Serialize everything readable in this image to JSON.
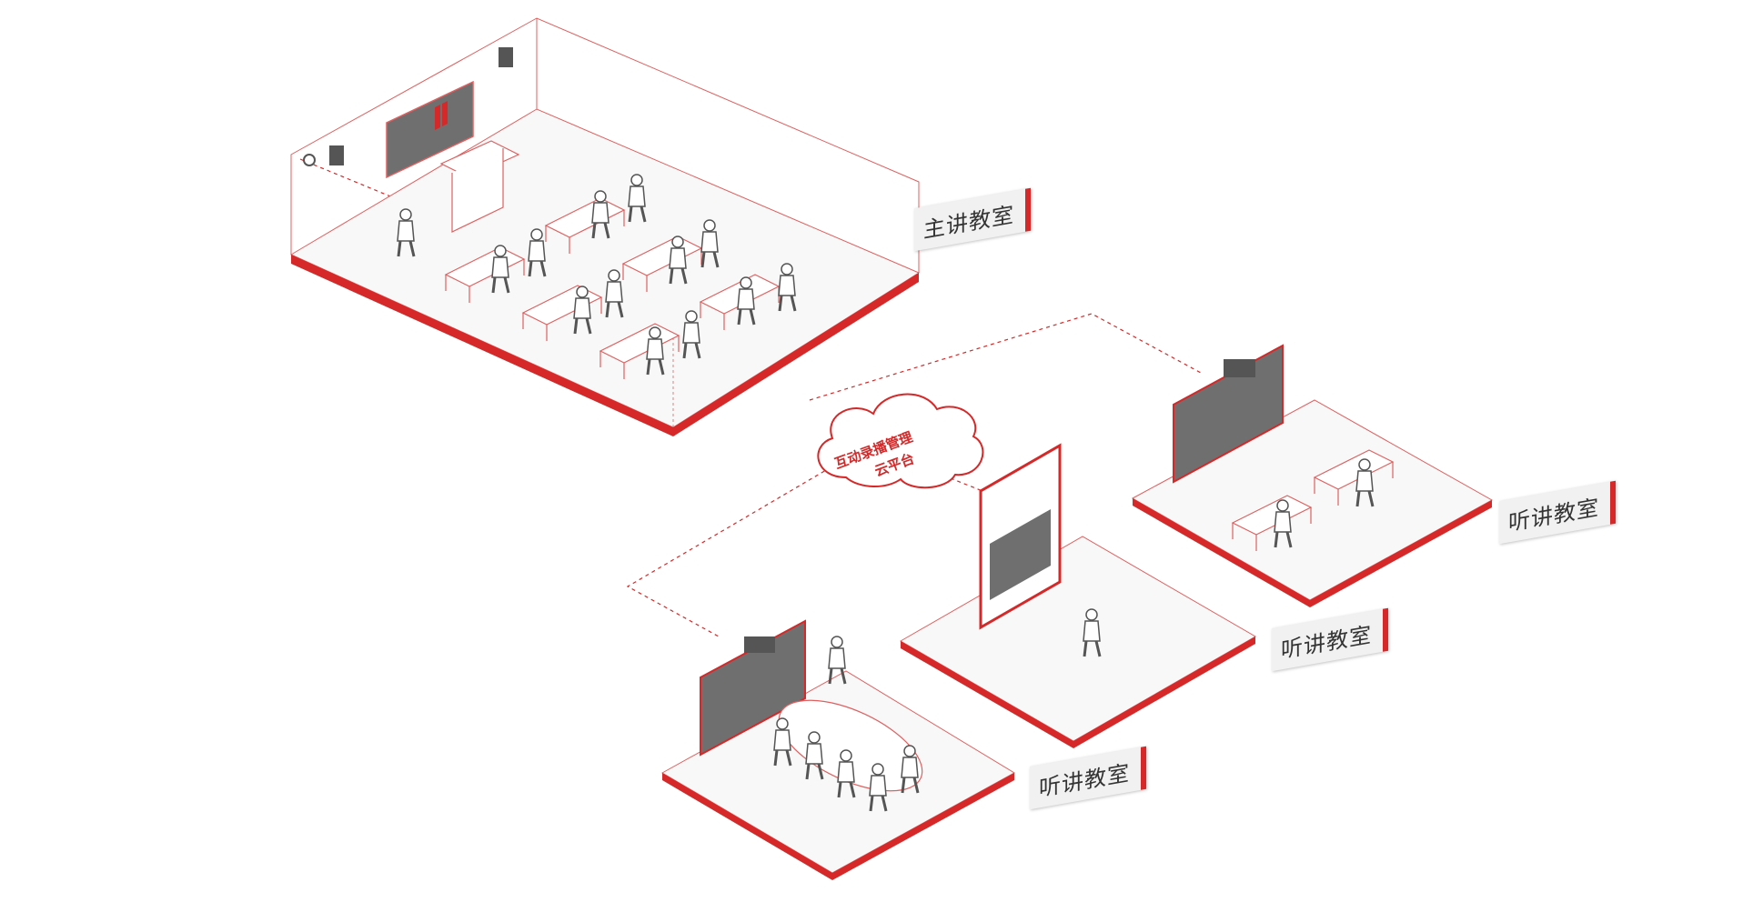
{
  "colors": {
    "accent": "#d62828",
    "floor": "#f8f8f8",
    "screen": "#6f6f6f",
    "line": "#e06060"
  },
  "cloud": {
    "line1": "互动录播管理",
    "line2": "云平台"
  },
  "rooms": {
    "main": {
      "label": "主讲教室"
    },
    "right": {
      "label": "听讲教室"
    },
    "middle": {
      "label": "听讲教室"
    },
    "left": {
      "label": "听讲教室"
    }
  }
}
